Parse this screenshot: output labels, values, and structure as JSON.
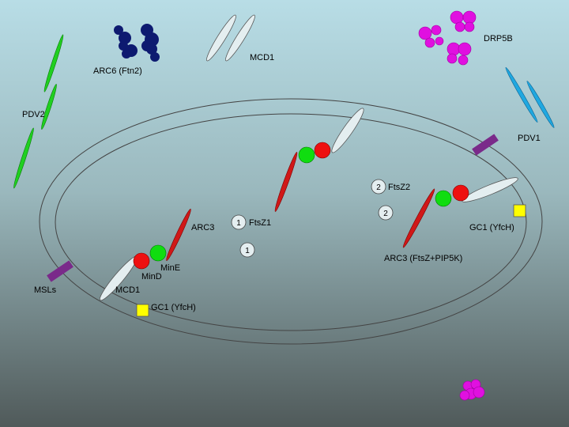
{
  "labels": {
    "arc6": "ARC6 (Ftn2)",
    "mcd1_top": "MCD1",
    "drp5b": "DRP5B",
    "pdv2": "PDV2",
    "pdv1": "PDV1",
    "ftsz2": "FtsZ2",
    "ftsz1": "FtsZ1",
    "arc3": "ARC3",
    "gc1_right": "GC1 (YfcH)",
    "arc3_complex": "ARC3 (FtsZ+PIP5K)",
    "mine": "MinE",
    "mind": "MinD",
    "msl": "MSLs",
    "mcd1_bottom": "MCD1",
    "gc1_bottom": "GC1 (YfcH)"
  },
  "markers": {
    "ftsz2_num": "2",
    "ftsz2_ring_num": "2",
    "ftsz1_num": "1",
    "ftsz1_ring_num": "1"
  },
  "colors": {
    "background_top": "#b8dde6",
    "background_bottom": "#505a5a",
    "arc6": "#0d1a70",
    "drp5b": "#e010e0",
    "pdv2": "#20d020",
    "pdv1": "#20a8e0",
    "msl": "#7a2a8a",
    "arc3": "#d01818",
    "mind": "#ee1010",
    "mine": "#10dd10",
    "mcd1": "#e4eef0",
    "gc1": "#ffff00"
  },
  "icons": [
    "envelope-ellipse",
    "protein-ellipse",
    "protein-circle",
    "number-circle",
    "channel-bar",
    "square-marker"
  ]
}
